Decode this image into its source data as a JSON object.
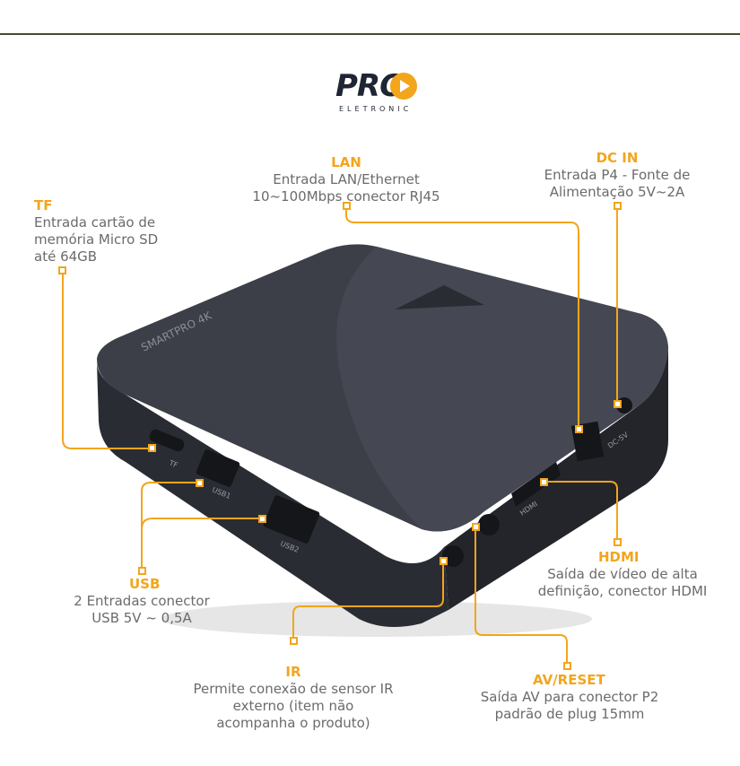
{
  "logo": {
    "brand": "PRO",
    "sub": "ELETRONIC"
  },
  "device": {
    "model": "SMARTPRO 4K"
  },
  "ports": {
    "tf": "TF",
    "usb1": "USB1",
    "usb2": "USB2",
    "ir": "IR",
    "av": "AV/RESET",
    "hdmi": "HDMI",
    "dc": "DC-5V"
  },
  "callouts": {
    "lan": {
      "title": "LAN",
      "line1": "Entrada LAN/Ethernet",
      "line2": "10~100Mbps conector RJ45"
    },
    "dcin": {
      "title": "DC IN",
      "line1": "Entrada P4 - Fonte de",
      "line2": "Alimentação 5V~2A"
    },
    "tf": {
      "title": "TF",
      "line1": "Entrada cartão de",
      "line2": "memória Micro SD",
      "line3": "até 64GB"
    },
    "usb": {
      "title": "USB",
      "line1": "2 Entradas conector",
      "line2": "USB 5V ~ 0,5A"
    },
    "hdmi": {
      "title": "HDMI",
      "line1": "Saída de vídeo de alta",
      "line2": "definição, conector HDMI"
    },
    "ir": {
      "title": "IR",
      "line1": "Permite conexão de sensor IR",
      "line2": "externo (item não",
      "line3": "acompanha o produto)"
    },
    "av": {
      "title": "AV/RESET",
      "line1": "Saída AV para conector P2",
      "line2": "padrão de plug 15mm"
    }
  },
  "colors": {
    "accent": "#f3a51c",
    "text": "#6b6b6b",
    "device": "#3c3f48",
    "logo": "#1e2533"
  }
}
